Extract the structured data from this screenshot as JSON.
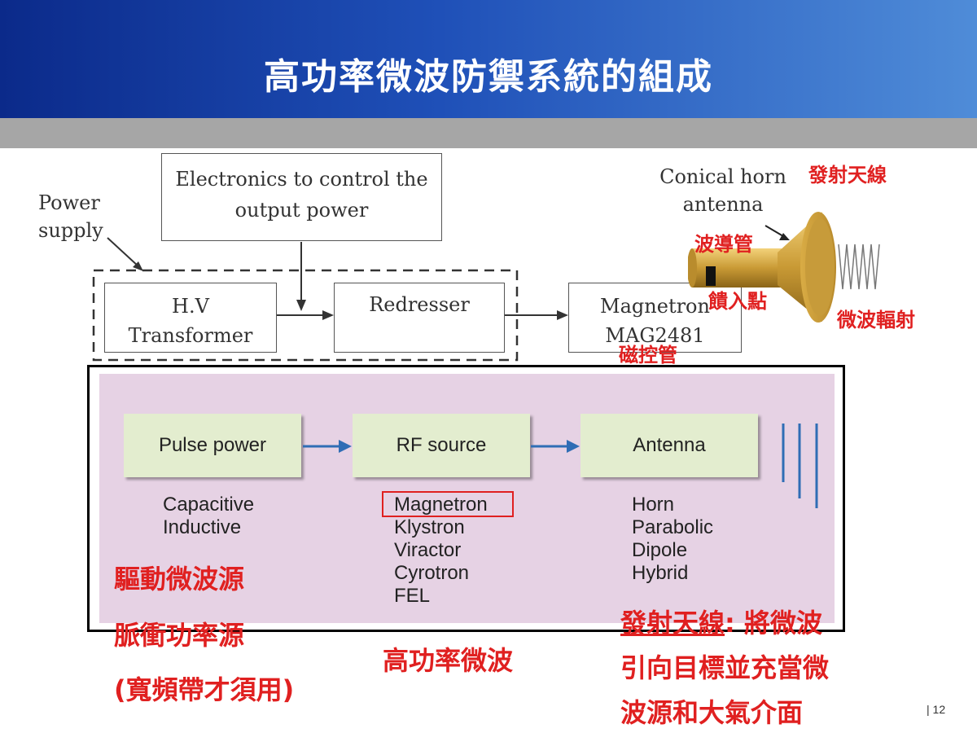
{
  "title": "高功率微波防禦系統的組成",
  "diagram": {
    "power_supply": [
      "Power",
      "supply"
    ],
    "electronics": [
      "Electronics to control the",
      "output power"
    ],
    "hv_transformer": [
      "H.V",
      "Transformer"
    ],
    "redresser": "Redresser",
    "magnetron": [
      "Magnetron",
      "MAG2481"
    ],
    "horn_label": [
      "Conical horn",
      "antenna"
    ],
    "cn_antenna": "發射天線",
    "cn_waveguide": "波導管",
    "cn_feed": "饋入點",
    "cn_radiation": "微波輻射",
    "cn_magnetron": "磁控管"
  },
  "blocks": {
    "pulse": "Pulse power",
    "rf": "RF source",
    "antenna": "Antenna",
    "pulse_list": [
      "Capacitive",
      "Inductive"
    ],
    "rf_list": [
      "Magnetron",
      "Klystron",
      "Viractor",
      "Cyrotron",
      "FEL"
    ],
    "antenna_list": [
      "Horn",
      "Parabolic",
      "Dipole",
      "Hybrid"
    ]
  },
  "notes": {
    "left": [
      "驅動微波源",
      "脈衝功率源",
      "(寬頻帶才須用)"
    ],
    "mid": "高功率微波",
    "right_underlined": "發射天線",
    "right_rest": ": 將微波",
    "right_lines": [
      "引向目標並充當微",
      "波源和大氣介面"
    ]
  },
  "page_number": "| 12"
}
